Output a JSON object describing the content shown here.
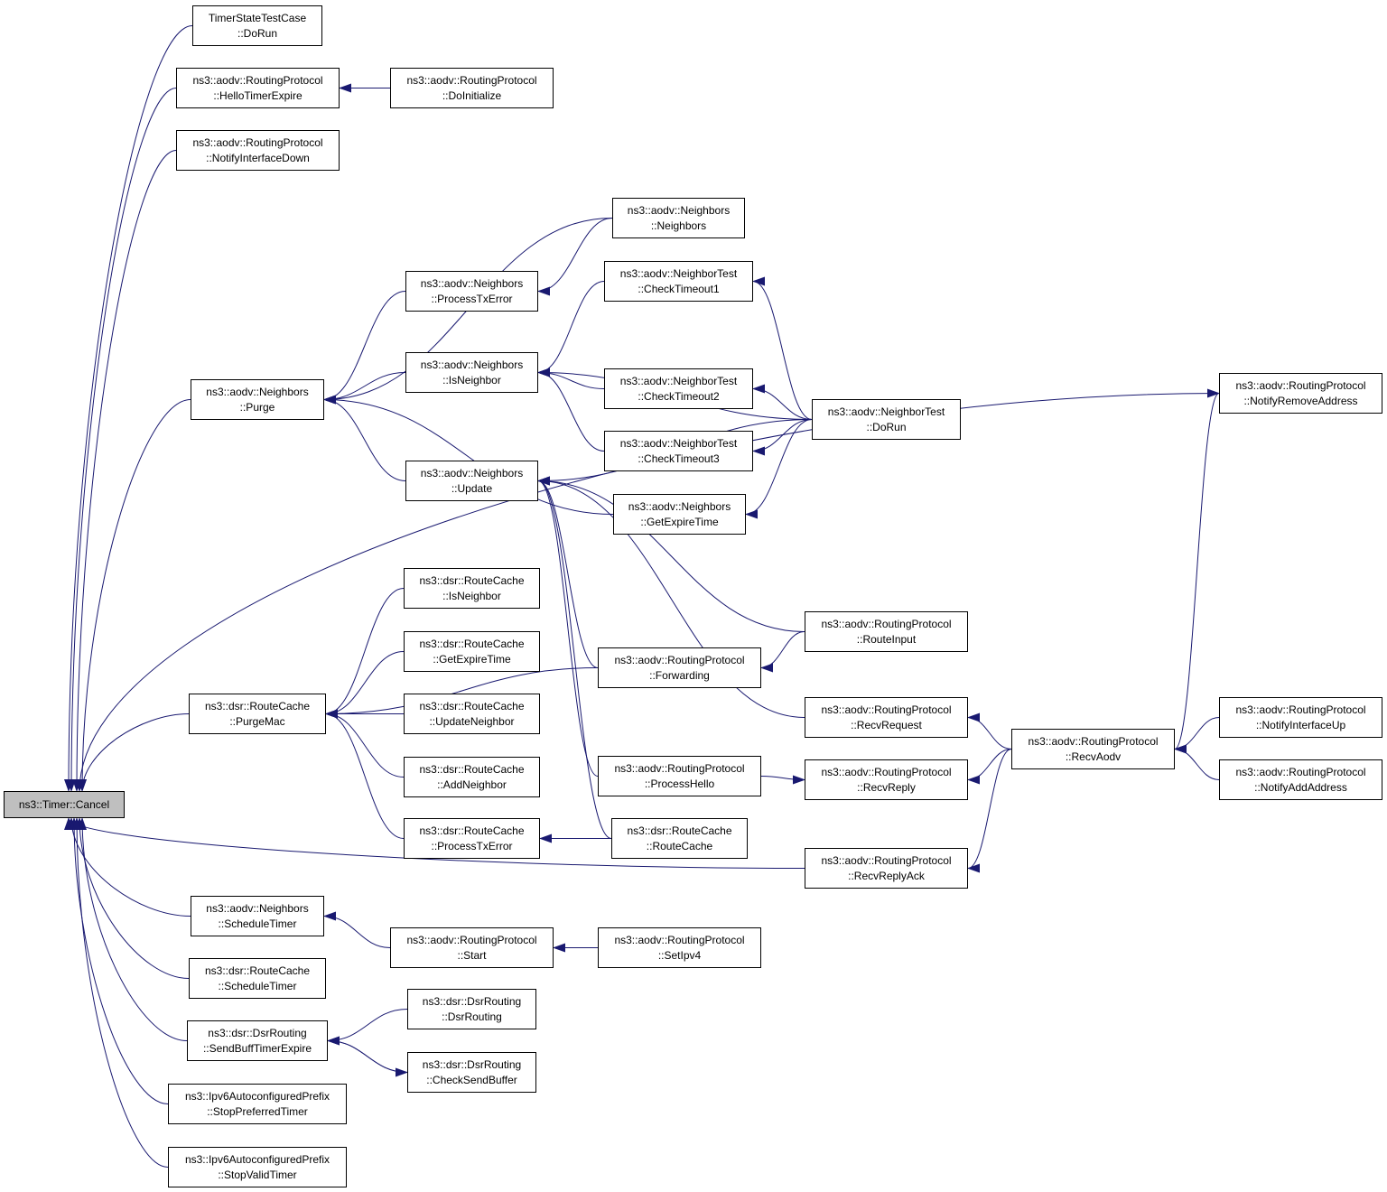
{
  "root": {
    "id": "cancel",
    "lines": [
      "ns3::Timer::Cancel"
    ]
  },
  "nodes": [
    {
      "id": "timerstate",
      "lines": [
        "TimerStateTestCase",
        "::DoRun"
      ]
    },
    {
      "id": "hellotimer",
      "lines": [
        "ns3::aodv::RoutingProtocol",
        "::HelloTimerExpire"
      ]
    },
    {
      "id": "doinit",
      "lines": [
        "ns3::aodv::RoutingProtocol",
        "::DoInitialize"
      ]
    },
    {
      "id": "notifyifdown",
      "lines": [
        "ns3::aodv::RoutingProtocol",
        "::NotifyInterfaceDown"
      ]
    },
    {
      "id": "neighbors",
      "lines": [
        "ns3::aodv::Neighbors",
        "::Neighbors"
      ]
    },
    {
      "id": "processtx",
      "lines": [
        "ns3::aodv::Neighbors",
        "::ProcessTxError"
      ]
    },
    {
      "id": "checkto1",
      "lines": [
        "ns3::aodv::NeighborTest",
        "::CheckTimeout1"
      ]
    },
    {
      "id": "isneighbor",
      "lines": [
        "ns3::aodv::Neighbors",
        "::IsNeighbor"
      ]
    },
    {
      "id": "checkto2",
      "lines": [
        "ns3::aodv::NeighborTest",
        "::CheckTimeout2"
      ]
    },
    {
      "id": "purge",
      "lines": [
        "ns3::aodv::Neighbors",
        "::Purge"
      ]
    },
    {
      "id": "ntdorun",
      "lines": [
        "ns3::aodv::NeighborTest",
        "::DoRun"
      ]
    },
    {
      "id": "checkto3",
      "lines": [
        "ns3::aodv::NeighborTest",
        "::CheckTimeout3"
      ]
    },
    {
      "id": "notifyremove",
      "lines": [
        "ns3::aodv::RoutingProtocol",
        "::NotifyRemoveAddress"
      ]
    },
    {
      "id": "update",
      "lines": [
        "ns3::aodv::Neighbors",
        "::Update"
      ]
    },
    {
      "id": "getexpire",
      "lines": [
        "ns3::aodv::Neighbors",
        "::GetExpireTime"
      ]
    },
    {
      "id": "rcisneighbor",
      "lines": [
        "ns3::dsr::RouteCache",
        "::IsNeighbor"
      ]
    },
    {
      "id": "routeinput",
      "lines": [
        "ns3::aodv::RoutingProtocol",
        "::RouteInput"
      ]
    },
    {
      "id": "rcgetexpire",
      "lines": [
        "ns3::dsr::RouteCache",
        "::GetExpireTime"
      ]
    },
    {
      "id": "forwarding",
      "lines": [
        "ns3::aodv::RoutingProtocol",
        "::Forwarding"
      ]
    },
    {
      "id": "purgemac",
      "lines": [
        "ns3::dsr::RouteCache",
        "::PurgeMac"
      ]
    },
    {
      "id": "rcupdatenb",
      "lines": [
        "ns3::dsr::RouteCache",
        "::UpdateNeighbor"
      ]
    },
    {
      "id": "recvrequest",
      "lines": [
        "ns3::aodv::RoutingProtocol",
        "::RecvRequest"
      ]
    },
    {
      "id": "recvaodv",
      "lines": [
        "ns3::aodv::RoutingProtocol",
        "::RecvAodv"
      ]
    },
    {
      "id": "notifyifup",
      "lines": [
        "ns3::aodv::RoutingProtocol",
        "::NotifyInterfaceUp"
      ]
    },
    {
      "id": "rcaddnb",
      "lines": [
        "ns3::dsr::RouteCache",
        "::AddNeighbor"
      ]
    },
    {
      "id": "processhello",
      "lines": [
        "ns3::aodv::RoutingProtocol",
        "::ProcessHello"
      ]
    },
    {
      "id": "recvreply",
      "lines": [
        "ns3::aodv::RoutingProtocol",
        "::RecvReply"
      ]
    },
    {
      "id": "notifyadd",
      "lines": [
        "ns3::aodv::RoutingProtocol",
        "::NotifyAddAddress"
      ]
    },
    {
      "id": "rcprocesstx",
      "lines": [
        "ns3::dsr::RouteCache",
        "::ProcessTxError"
      ]
    },
    {
      "id": "rcroutecache",
      "lines": [
        "ns3::dsr::RouteCache",
        "::RouteCache"
      ]
    },
    {
      "id": "recvreplyack",
      "lines": [
        "ns3::aodv::RoutingProtocol",
        "::RecvReplyAck"
      ]
    },
    {
      "id": "nbschedule",
      "lines": [
        "ns3::aodv::Neighbors",
        "::ScheduleTimer"
      ]
    },
    {
      "id": "start",
      "lines": [
        "ns3::aodv::RoutingProtocol",
        "::Start"
      ]
    },
    {
      "id": "setipv4",
      "lines": [
        "ns3::aodv::RoutingProtocol",
        "::SetIpv4"
      ]
    },
    {
      "id": "rcschedule",
      "lines": [
        "ns3::dsr::RouteCache",
        "::ScheduleTimer"
      ]
    },
    {
      "id": "dsrrouting",
      "lines": [
        "ns3::dsr::DsrRouting",
        "::DsrRouting"
      ]
    },
    {
      "id": "sendbuff",
      "lines": [
        "ns3::dsr::DsrRouting",
        "::SendBuffTimerExpire"
      ]
    },
    {
      "id": "checksend",
      "lines": [
        "ns3::dsr::DsrRouting",
        "::CheckSendBuffer"
      ]
    },
    {
      "id": "stoppref",
      "lines": [
        "ns3::Ipv6AutoconfiguredPrefix",
        "::StopPreferredTimer"
      ]
    },
    {
      "id": "stopvalid",
      "lines": [
        "ns3::Ipv6AutoconfiguredPrefix",
        "::StopValidTimer"
      ]
    }
  ],
  "edges": [
    {
      "from": "timerstate",
      "to": "cancel"
    },
    {
      "from": "hellotimer",
      "to": "cancel"
    },
    {
      "from": "doinit",
      "to": "hellotimer"
    },
    {
      "from": "notifyifdown",
      "to": "cancel"
    },
    {
      "from": "notifyremove",
      "to": "cancel"
    },
    {
      "from": "neighbors",
      "to": "purge"
    },
    {
      "from": "processtx",
      "to": "purge"
    },
    {
      "from": "neighbors",
      "to": "processtx"
    },
    {
      "from": "isneighbor",
      "to": "purge"
    },
    {
      "from": "checkto1",
      "to": "isneighbor"
    },
    {
      "from": "checkto2",
      "to": "isneighbor"
    },
    {
      "from": "checkto3",
      "to": "isneighbor"
    },
    {
      "from": "ntdorun",
      "to": "isneighbor"
    },
    {
      "from": "ntdorun",
      "to": "checkto1"
    },
    {
      "from": "ntdorun",
      "to": "checkto2"
    },
    {
      "from": "ntdorun",
      "to": "checkto3"
    },
    {
      "from": "ntdorun",
      "to": "getexpire"
    },
    {
      "from": "getexpire",
      "to": "purge"
    },
    {
      "from": "update",
      "to": "purge"
    },
    {
      "from": "purge",
      "to": "cancel"
    },
    {
      "from": "ntdorun",
      "to": "update"
    },
    {
      "from": "routeinput",
      "to": "update"
    },
    {
      "from": "forwarding",
      "to": "update"
    },
    {
      "from": "recvrequest",
      "to": "update"
    },
    {
      "from": "processhello",
      "to": "update"
    },
    {
      "from": "rcroutecache",
      "to": "update"
    },
    {
      "from": "routeinput",
      "to": "forwarding"
    },
    {
      "from": "forwarding",
      "to": "purgemac"
    },
    {
      "from": "rcisneighbor",
      "to": "purgemac"
    },
    {
      "from": "rcgetexpire",
      "to": "purgemac"
    },
    {
      "from": "rcupdatenb",
      "to": "purgemac"
    },
    {
      "from": "rcaddnb",
      "to": "purgemac"
    },
    {
      "from": "rcprocesstx",
      "to": "purgemac"
    },
    {
      "from": "purgemac",
      "to": "cancel"
    },
    {
      "from": "rcroutecache",
      "to": "rcprocesstx"
    },
    {
      "from": "recvaodv",
      "to": "recvrequest"
    },
    {
      "from": "recvaodv",
      "to": "recvreply"
    },
    {
      "from": "recvaodv",
      "to": "recvreplyack"
    },
    {
      "from": "recvaodv",
      "to": "notifyremove"
    },
    {
      "from": "notifyifup",
      "to": "recvaodv"
    },
    {
      "from": "notifyadd",
      "to": "recvaodv"
    },
    {
      "from": "processhello",
      "to": "recvreply"
    },
    {
      "from": "recvreplyack",
      "to": "cancel"
    },
    {
      "from": "nbschedule",
      "to": "cancel"
    },
    {
      "from": "start",
      "to": "nbschedule"
    },
    {
      "from": "setipv4",
      "to": "start"
    },
    {
      "from": "rcschedule",
      "to": "cancel"
    },
    {
      "from": "sendbuff",
      "to": "cancel"
    },
    {
      "from": "dsrrouting",
      "to": "sendbuff"
    },
    {
      "from": "checksend",
      "to": "sendbuff"
    },
    {
      "from": "sendbuff",
      "to": "checksend"
    },
    {
      "from": "stoppref",
      "to": "cancel"
    },
    {
      "from": "stopvalid",
      "to": "cancel"
    }
  ],
  "colors": {
    "edge": "#191970",
    "root_fill": "#bfbfbf",
    "node_fill": "#ffffff",
    "border": "#000000"
  }
}
